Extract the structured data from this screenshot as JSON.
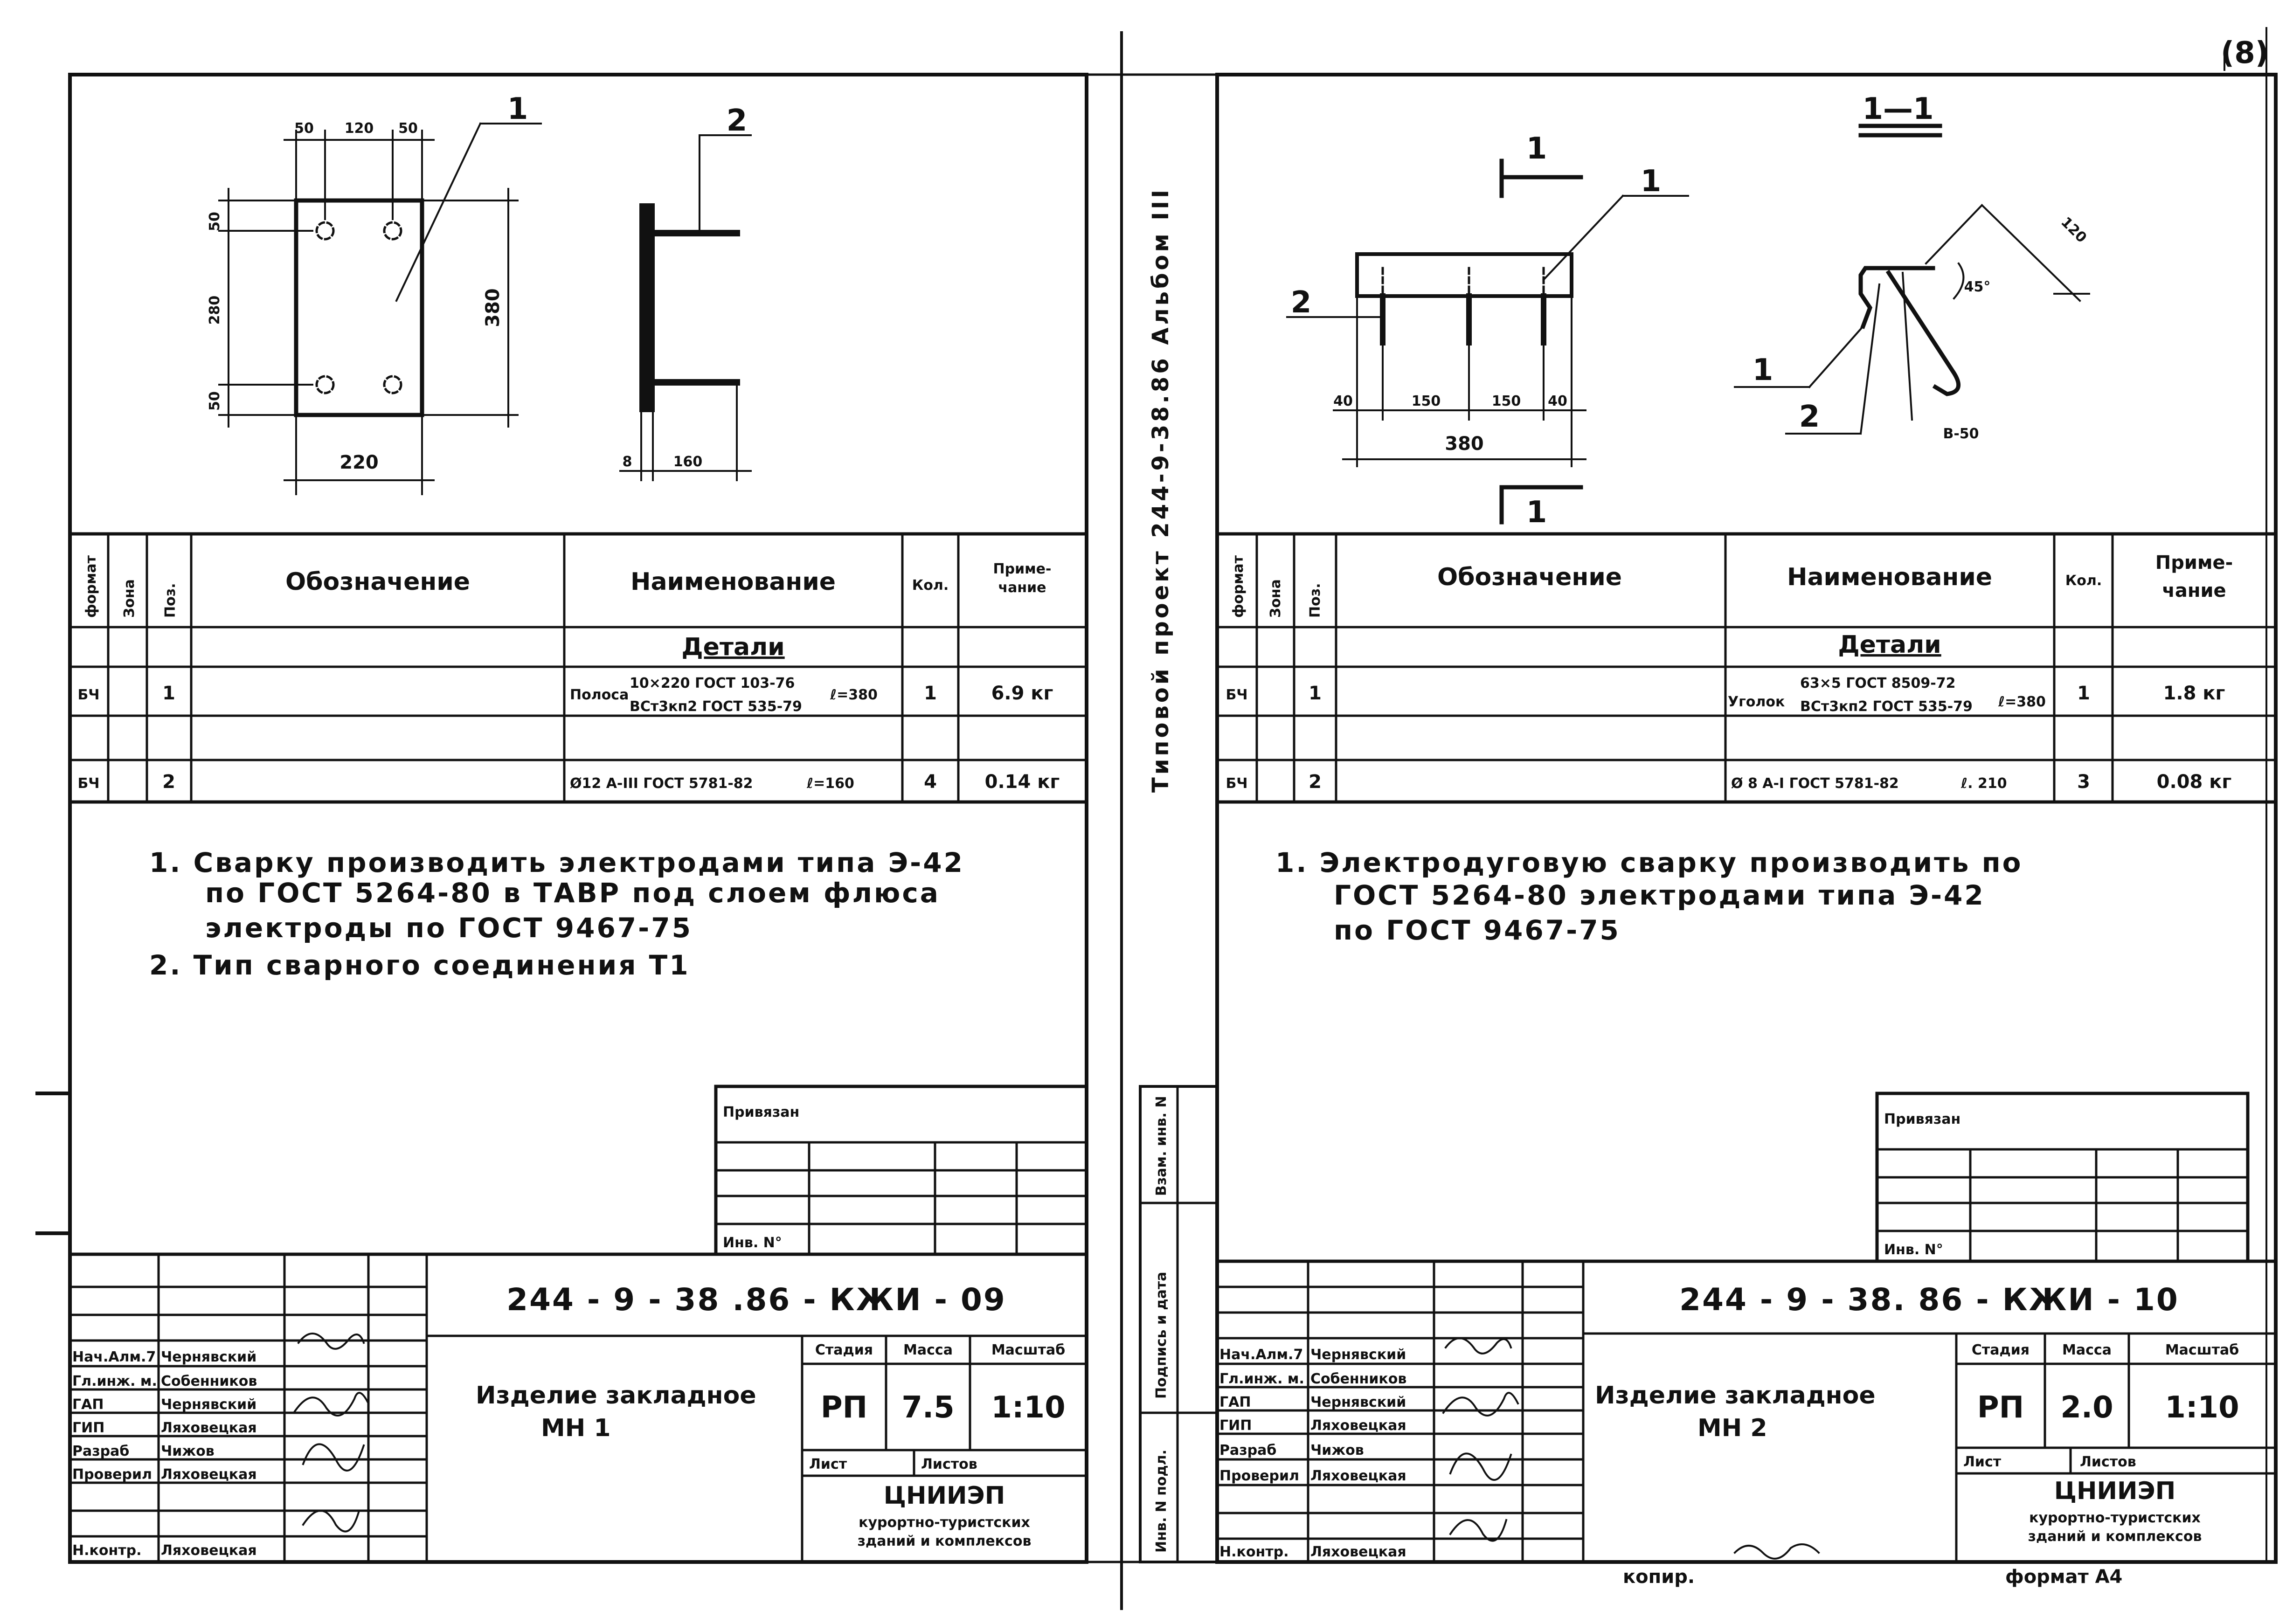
{
  "page_number": "(8)",
  "album_side": "Типовой проект 244-9-38.86 Альбом III",
  "side_stamp": {
    "inv_no": "Инв. N подл.",
    "sign_date": "Подпись и дата",
    "vzam_inv": "Взам. инв. N"
  },
  "footer": {
    "kopir": "копир.",
    "format": "формат А4"
  },
  "table_headers": {
    "forma": "формат",
    "zona": "Зона",
    "poz": "Поз.",
    "oboznachenie": "Обозначение",
    "naimenovanie": "Наименование",
    "kol": "Кол.",
    "primechanie_1": "Приме-",
    "primechanie_2": "чание",
    "section": "Детали"
  },
  "stamp_labels": {
    "stadiya": "Стадия",
    "massa": "Масса",
    "masshtab": "Масштаб",
    "list": "Лист",
    "listov": "Листов",
    "privyazan": "Привязан",
    "inv": "Инв. N°",
    "org": "ЦНИИЭП",
    "org_sub_1": "курортно-туристских",
    "org_sub_2": "зданий и комплексов"
  },
  "sheets": [
    {
      "id": "mn1",
      "code": "244 - 9 - 38 .86 - КЖИ - 09",
      "title_1": "Изделие закладное",
      "title_2": "МН 1",
      "stadiya": "РП",
      "massa": "7.5",
      "masshtab": "1:10",
      "signers": [
        {
          "role": "Нач.Алм.7",
          "name": "Чернявский"
        },
        {
          "role": "Гл.инж. м.",
          "name": "Собенников"
        },
        {
          "role": "ГАП",
          "name": "Чернявский"
        },
        {
          "role": "ГИП",
          "name": "Ляховецкая"
        },
        {
          "role": "Разраб",
          "name": "Чижов"
        },
        {
          "role": "Проверил",
          "name": "Ляховецкая"
        },
        {
          "role": "Н.контр.",
          "name": "Ляховецкая"
        }
      ],
      "rows": [
        {
          "forma": "БЧ",
          "poz": "1",
          "naim_1": "Полоса",
          "naim_frac_top": "10×220 ГОСТ 103-76",
          "naim_frac_bot": "ВСт3кп2 ГОСТ 535-79",
          "naim_len": "ℓ=380",
          "kol": "1",
          "prim": "6.9 кг"
        },
        {
          "forma": "БЧ",
          "poz": "2",
          "naim_1": "Ø12 А-III ГОСТ 5781-82",
          "naim_frac_top": "",
          "naim_frac_bot": "",
          "naim_len": "ℓ=160",
          "kol": "4",
          "prim": "0.14 кг"
        }
      ],
      "notes": [
        "1. Сварку производить электродами типа Э-42",
        "по ГОСТ 5264-80 в ТАВР под слоем флюса",
        "электроды по ГОСТ 9467-75",
        "2. Тип сварного соединения  Т1"
      ],
      "dims": {
        "top_1": "50",
        "top_2": "120",
        "top_3": "50",
        "left_1": "50",
        "left_2": "280",
        "left_3": "50",
        "height": "380",
        "width": "220",
        "side_1": "8",
        "side_2": "160",
        "label_1": "1",
        "label_2": "2"
      }
    },
    {
      "id": "mn2",
      "code": "244 - 9 - 38. 86 - КЖИ - 10",
      "title_1": "Изделие закладное",
      "title_2": "МН 2",
      "stadiya": "РП",
      "massa": "2.0",
      "masshtab": "1:10",
      "signers": [
        {
          "role": "Нач.Алм.7",
          "name": "Чернявский"
        },
        {
          "role": "Гл.инж. м.",
          "name": "Собенников"
        },
        {
          "role": "ГАП",
          "name": "Чернявский"
        },
        {
          "role": "ГИП",
          "name": "Ляховецкая"
        },
        {
          "role": "Разраб",
          "name": "Чижов"
        },
        {
          "role": "Проверил",
          "name": "Ляховецкая"
        },
        {
          "role": "Н.контр.",
          "name": "Ляховецкая"
        }
      ],
      "rows": [
        {
          "forma": "БЧ",
          "poz": "1",
          "naim_1": "Уголок",
          "naim_frac_top": "63×5 ГОСТ 8509-72",
          "naim_frac_bot": "ВСт3кп2 ГОСТ 535-79",
          "naim_len": "ℓ=380",
          "kol": "1",
          "prim": "1.8 кг"
        },
        {
          "forma": "БЧ",
          "poz": "2",
          "naim_1": "Ø 8 А-I ГОСТ 5781-82",
          "naim_frac_top": "",
          "naim_frac_bot": "",
          "naim_len": "ℓ. 210",
          "kol": "3",
          "prim": "0.08 кг"
        }
      ],
      "notes": [
        "1. Электродуговую сварку производить по",
        "ГОСТ 5264-80  электродами типа Э-42",
        "по ГОСТ 9467-75"
      ],
      "dims": {
        "section_mark": "1",
        "section_title": "1—1",
        "left_1": "40",
        "mid_1": "150",
        "mid_2": "150",
        "right_1": "40",
        "total": "380",
        "len_bar": "120",
        "angle": "45°",
        "spacing": "В-50",
        "label_1": "1",
        "label_2": "2"
      }
    }
  ]
}
